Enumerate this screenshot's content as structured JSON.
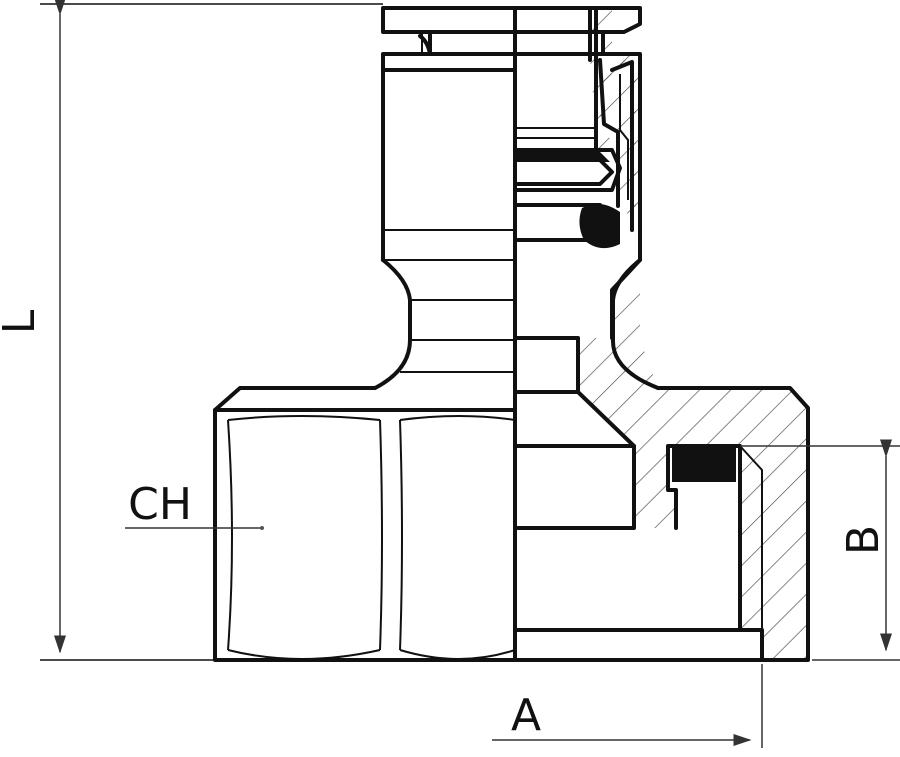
{
  "diagram": {
    "title": "",
    "dimension_labels": {
      "L": "L",
      "CH": "CH",
      "B": "B",
      "A": "A"
    },
    "colors": {
      "line": "#111111",
      "hatch": "#555555",
      "seal": "#111111",
      "background": "#ffffff"
    }
  }
}
